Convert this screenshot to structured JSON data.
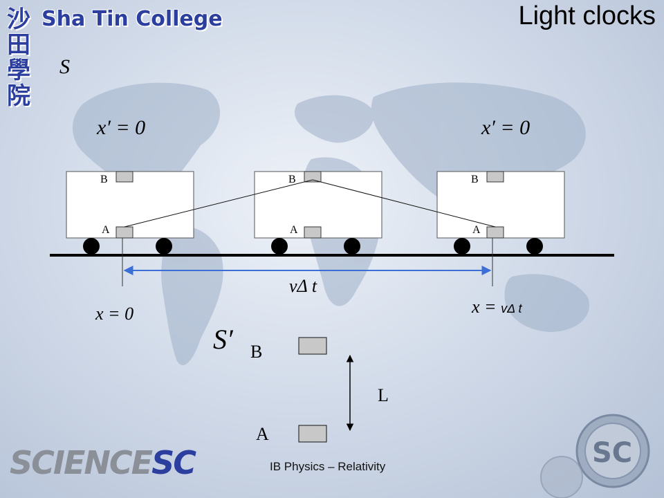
{
  "title": "Light clocks",
  "school": {
    "name": "Sha Tin College",
    "chinese_name": "沙田學院"
  },
  "footer": {
    "text": "IB Physics – Relativity"
  },
  "logo": {
    "science_part": "SCIENCE",
    "sc_part": "SC",
    "emblem_letters": "SC"
  },
  "frames": {
    "ground_frame_label": "S",
    "train_frame_label": "S′"
  },
  "trains": {
    "carriages": [
      {
        "mirror_top_label": "B",
        "mirror_bottom_label": "A"
      },
      {
        "mirror_top_label": "B",
        "mirror_bottom_label": "A"
      },
      {
        "mirror_top_label": "B",
        "mirror_bottom_label": "A"
      }
    ],
    "left_position_label": "x′ = 0",
    "right_position_label": "x′ = 0"
  },
  "ground": {
    "displacement_label": "vΔ t",
    "start_label": "x = 0",
    "end_label_prefix": "x = ",
    "end_label_suffix": "vΔ t"
  },
  "rest_clock": {
    "top_mirror_label": "B",
    "bottom_mirror_label": "A",
    "separation_label": "L"
  },
  "colors": {
    "arrow": "#3b6fd6",
    "mirror_fill": "#c8c8c8",
    "school_blue": "#2c3f9e"
  }
}
